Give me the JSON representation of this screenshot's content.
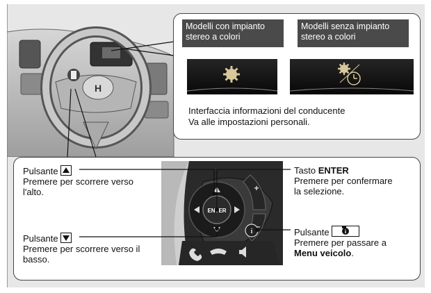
{
  "top_panel": {
    "label_left": "Modelli con impianto stereo a colori",
    "label_right": "Modelli senza impianto stereo a colori",
    "caption_line1": "Interfaccia informazioni del conducente",
    "caption_line2": "Va alle impostazioni personali."
  },
  "callouts": {
    "up_button": {
      "label": "Pulsante",
      "line1": "Premere per scorrere verso",
      "line2": "l'alto."
    },
    "down_button": {
      "label": "Pulsante",
      "line1": "Premere per scorrere verso il",
      "line2": "basso."
    },
    "enter_button": {
      "label_prefix": "Tasto",
      "label_bold": "ENTER",
      "line1": "Premere per confermare",
      "line2": "la selezione."
    },
    "info_button": {
      "label": "Pulsante",
      "line1": "Premere per passare a",
      "line2_bold": "Menu veicolo",
      "line2_suffix": "."
    }
  },
  "wheel_labels": {
    "enter": "ENTER",
    "plus": "+",
    "minus": "–"
  }
}
